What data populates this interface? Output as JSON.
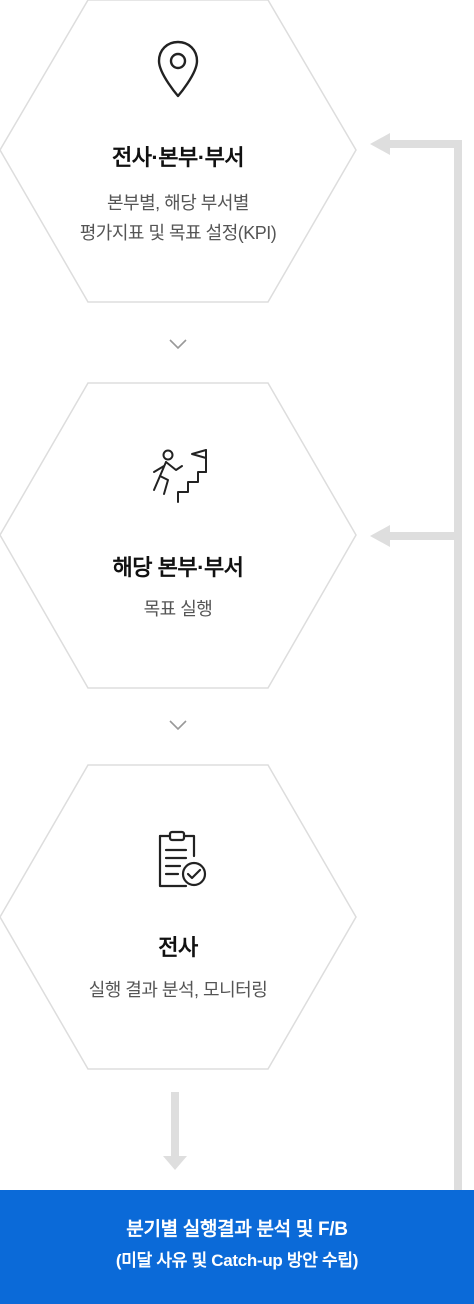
{
  "steps": [
    {
      "title": "전사·본부·부서",
      "desc_lines": [
        "본부별, 해당 부서별",
        "평가지표 및 목표 설정(KPI)"
      ],
      "icon": "location-pin-icon"
    },
    {
      "title": "해당 본부·부서",
      "desc_lines": [
        "목표 실행"
      ],
      "icon": "climbing-stairs-flag-icon"
    },
    {
      "title": "전사",
      "desc_lines": [
        "실행 결과 분석, 모니터링"
      ],
      "icon": "clipboard-check-icon"
    }
  ],
  "feedback": {
    "line1": "분기별 실행결과 분석 및 F/B",
    "line2": "(미달 사유 및 Catch-up 방안 수립)"
  },
  "colors": {
    "hexagon_border": "#dddddd",
    "connector": "#dedede",
    "feedback_bg": "#0b6ad8",
    "chevron": "#999999"
  }
}
